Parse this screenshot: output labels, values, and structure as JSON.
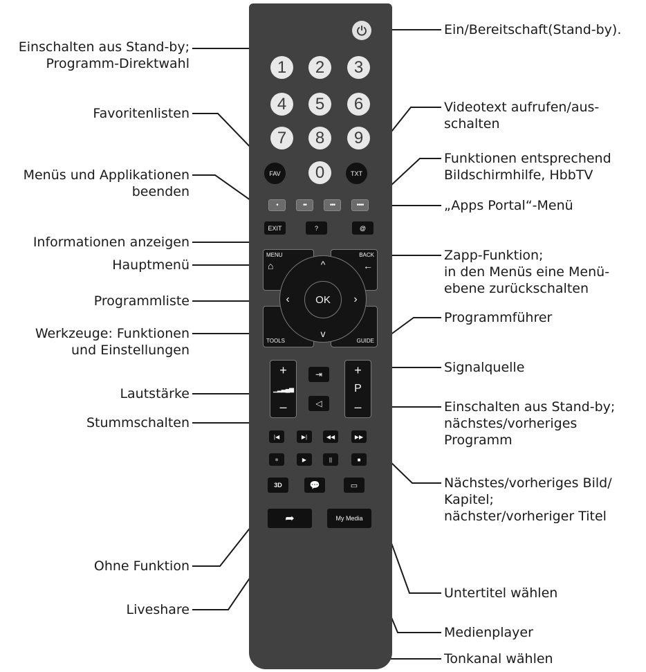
{
  "labels_left": [
    {
      "id": "standby-direct",
      "lines": [
        "Einschalten aus Stand-by;",
        "Programm-Direktwahl"
      ]
    },
    {
      "id": "favorites",
      "lines": [
        "Favoritenlisten"
      ]
    },
    {
      "id": "exit",
      "lines": [
        "Menüs und Applikationen",
        "beenden"
      ]
    },
    {
      "id": "info",
      "lines": [
        "Informationen anzeigen"
      ]
    },
    {
      "id": "main-menu",
      "lines": [
        "Hauptmenü"
      ]
    },
    {
      "id": "program-list",
      "lines": [
        "Programmliste"
      ]
    },
    {
      "id": "tools",
      "lines": [
        "Werkzeuge: Funktionen",
        "und Einstellungen"
      ]
    },
    {
      "id": "volume",
      "lines": [
        "Lautstärke"
      ]
    },
    {
      "id": "mute",
      "lines": [
        "Stummschalten"
      ]
    },
    {
      "id": "no-function",
      "lines": [
        "Ohne Funktion"
      ]
    },
    {
      "id": "liveshare",
      "lines": [
        "Liveshare"
      ]
    }
  ],
  "labels_right": [
    {
      "id": "power",
      "lines": [
        "Ein/Bereitschaft(Stand-by)."
      ]
    },
    {
      "id": "teletext",
      "lines": [
        "Videotext aufrufen/aus-",
        "schalten"
      ]
    },
    {
      "id": "color-functions",
      "lines": [
        "Funktionen entsprechend",
        "Bildschirmhilfe, HbbTV"
      ]
    },
    {
      "id": "apps-portal",
      "lines": [
        "„Apps Portal“-Menü"
      ]
    },
    {
      "id": "zapp",
      "lines": [
        "Zapp-Funktion;",
        "in den Menüs eine Menü-",
        "ebene zurückschalten"
      ]
    },
    {
      "id": "epg",
      "lines": [
        "Programmführer"
      ]
    },
    {
      "id": "source",
      "lines": [
        "Signalquelle"
      ]
    },
    {
      "id": "program-updown",
      "lines": [
        "Einschalten aus Stand-by;",
        "nächstes/vorheriges",
        "Programm"
      ]
    },
    {
      "id": "media-nav",
      "lines": [
        "Nächstes/vorheriges Bild/",
        "Kapitel;",
        "nächster/vorheriger Titel"
      ]
    },
    {
      "id": "subtitles",
      "lines": [
        "Untertitel wählen"
      ]
    },
    {
      "id": "media-player",
      "lines": [
        "Medienplayer"
      ]
    },
    {
      "id": "audio-channel",
      "lines": [
        "Tonkanal wählen"
      ]
    }
  ],
  "remote": {
    "digits": [
      "1",
      "2",
      "3",
      "4",
      "5",
      "6",
      "7",
      "8",
      "9",
      "0"
    ],
    "fav": "FAV",
    "txt": "TXT",
    "color_dots": [
      "•",
      "••",
      "•••",
      "••••"
    ],
    "exit": "EXIT",
    "help": "?",
    "apps": "@",
    "menu": "MENU",
    "back": "BACK",
    "ok": "OK",
    "tools": "TOOLS",
    "guide": "GUIDE",
    "vol_plus": "+",
    "vol_minus": "–",
    "p_plus": "+",
    "p_label": "P",
    "p_minus": "–",
    "btn_3d": "3D",
    "my_media": "My Media",
    "power_icon": "power-icon",
    "colors": {
      "body": "#414141",
      "button": "#111111",
      "digit": "#e8e8e8",
      "line": "#1a1a1a"
    }
  }
}
